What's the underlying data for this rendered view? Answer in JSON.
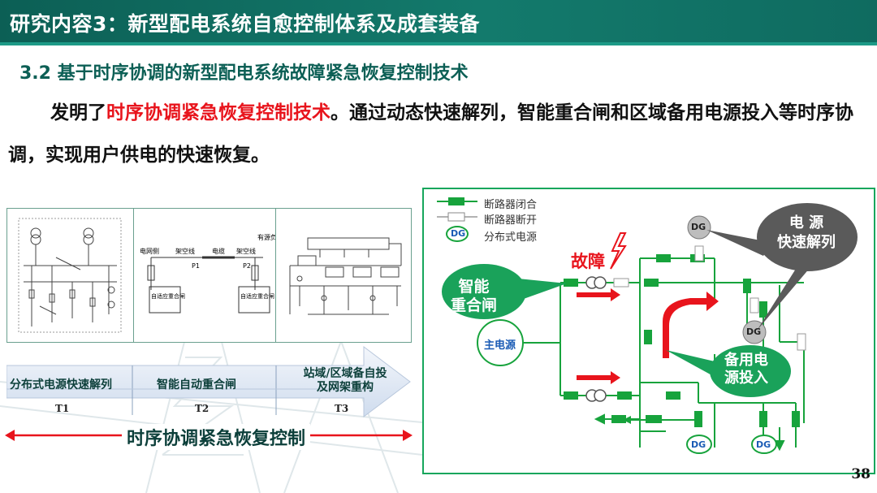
{
  "header": {
    "title": "研究内容3：新型配电系统自愈控制体系及成套装备"
  },
  "section": {
    "subtitle": "3.2 基于时序协调的新型配电系统故障紧急恢复控制技术"
  },
  "paragraph": {
    "prefix": "发明了",
    "highlight": "时序协调紧急恢复控制技术",
    "suffix": "。通过动态快速解列，智能重合闸和区域备用电源投入等时序协调，实现用户供电的快速恢复。"
  },
  "left_diagrams": {
    "middle": {
      "grid_side": "电网侧",
      "overhead1": "架空线",
      "cable": "电缆",
      "overhead2": "架空线",
      "source_load": "有源负荷侧",
      "p1": "P1",
      "p2": "P2",
      "box_left": "自适应重合闸",
      "box_right": "自适应重合闸"
    }
  },
  "phases": {
    "items": [
      {
        "label": "分布式电源快速解列",
        "t": "T1"
      },
      {
        "label": "智能自动重合闸",
        "t": "T2"
      },
      {
        "label": "站域/区域备自投及网架重构",
        "t": "T3"
      }
    ],
    "bottom_label": "时序协调紧急恢复控制"
  },
  "right_diagram": {
    "legend": {
      "closed": "断路器闭合",
      "open": "断路器断开",
      "dg_symbol": "DG",
      "dg_text": "分布式电源"
    },
    "fault": "故障",
    "bubbles": {
      "smart_reclose": "智能\n重合闸",
      "main_source": "主电源",
      "backup": "备用电\n源投入",
      "fast_split": "电 源\n快速解列"
    },
    "dg_labels": [
      "DG",
      "DG",
      "DG",
      "DG"
    ]
  },
  "page": {
    "number": "38"
  },
  "colors": {
    "brand_green": "#0c5f55",
    "highlight_red": "#e8141c",
    "breaker_green": "#17a33c",
    "bubble_green": "#1aa25a",
    "bubble_dark": "#5a5a5a"
  }
}
